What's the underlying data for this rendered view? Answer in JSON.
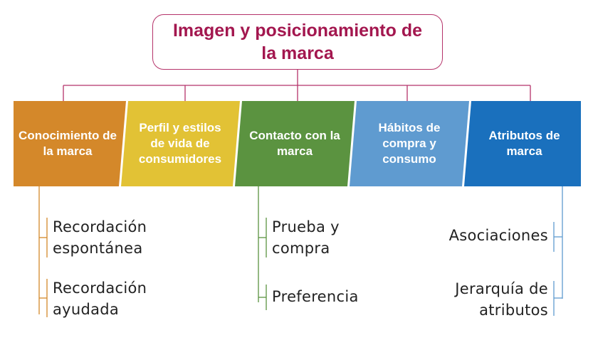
{
  "root": {
    "title": "Imagen y posicionamiento de la marca",
    "border_color": "#b5336a",
    "text_color": "#a3174f"
  },
  "categories": [
    {
      "label": "Conocimiento de la marca",
      "color": "#d4882a"
    },
    {
      "label": "Perfil y estilos de vida de consumidores",
      "color": "#e2c235"
    },
    {
      "label": "Contacto con la marca",
      "color": "#5b9340"
    },
    {
      "label": "Hábitos de compra y consumo",
      "color": "#5f9bd0"
    },
    {
      "label": "Atributos de marca",
      "color": "#1a70bd"
    }
  ],
  "leaves": {
    "conocimiento": [
      "Recordación espontánea",
      "Recordación ayudada"
    ],
    "contacto": [
      "Prueba y compra",
      "Preferencia"
    ],
    "atributos": [
      "Asociaciones",
      "Jerarquía de atributos"
    ]
  }
}
